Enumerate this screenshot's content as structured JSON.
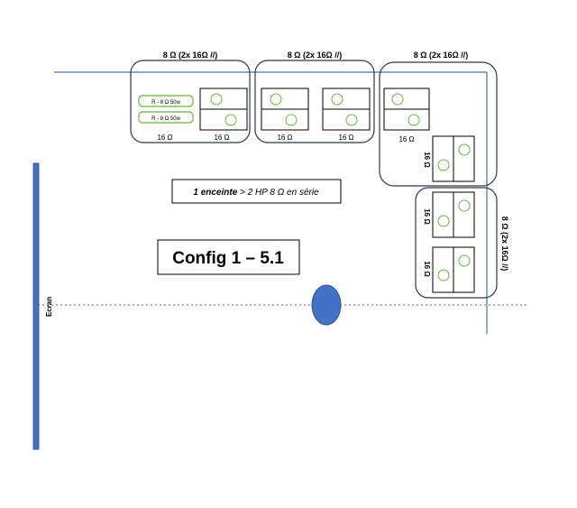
{
  "groups": {
    "top_left": {
      "label": "8 Ω (2x 16Ω //)",
      "left_sub": "16 Ω",
      "right_sub": "16 Ω",
      "resistors": [
        "R - 8 Ω 50w",
        "R - 8 Ω 50w"
      ]
    },
    "top_middle": {
      "label": "8 Ω (2x 16Ω //)",
      "left_sub": "16 Ω",
      "right_sub": "16 Ω"
    },
    "top_right": {
      "label": "8 Ω (2x 16Ω //)",
      "top_sub": "16 Ω",
      "side_sub": "16 Ω"
    },
    "right_side": {
      "label": "8 Ω (2x 16Ω //)",
      "sub_upper": "16 Ω",
      "sub_lower": "16 Ω"
    }
  },
  "note": {
    "bold": "1 enceinte",
    "rest": " > 2 HP 8 Ω en série"
  },
  "config_title": "Config 1 – 5.1",
  "screen_label": "Ecran",
  "colors": {
    "frame": "#2f3a4a",
    "line": "#4a6fa0",
    "screen": "#4472c4",
    "listener": "#4472c4",
    "driver": "#70ad47",
    "resistor": "#70ad47"
  }
}
